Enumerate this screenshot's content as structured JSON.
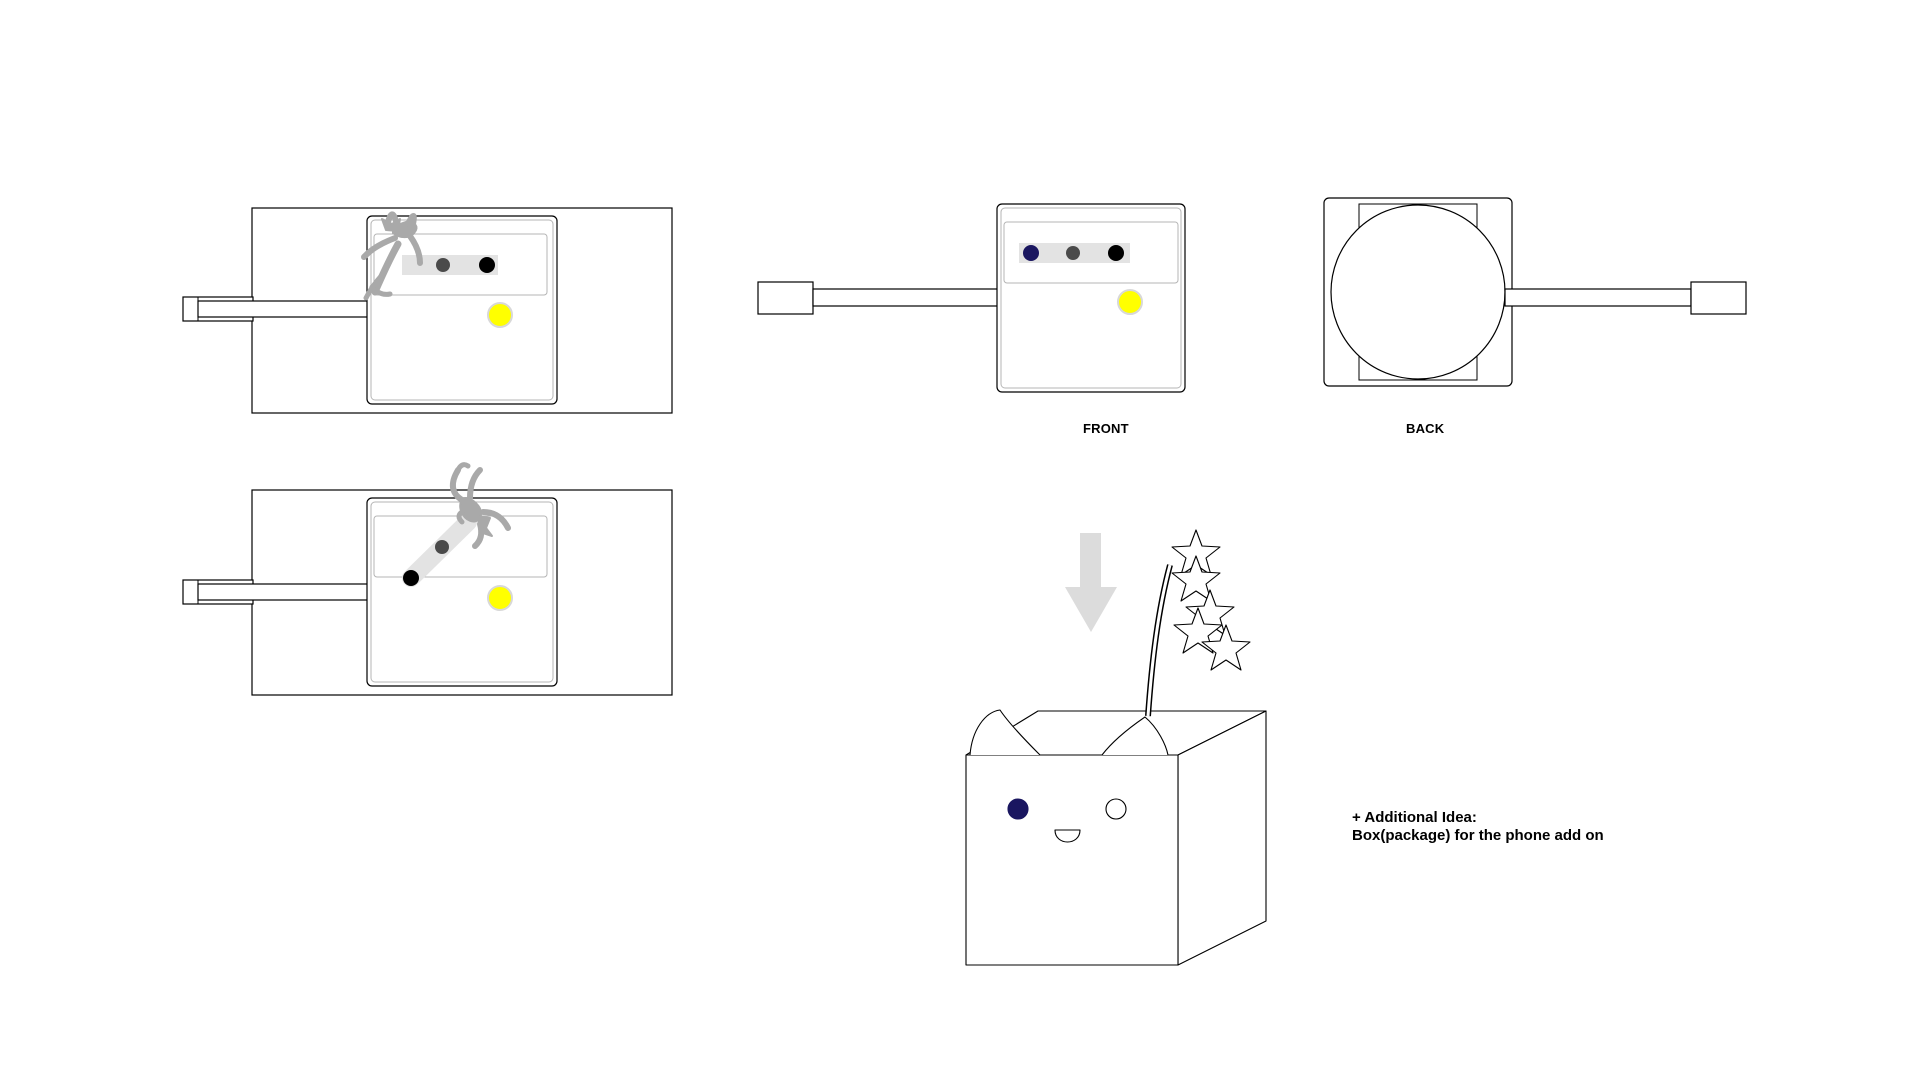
{
  "labels": {
    "front": "FRONT",
    "back": "BACK"
  },
  "note": {
    "line1": "+  Additional Idea:",
    "line2": "Box(package) for the phone add on"
  },
  "colors": {
    "stroke": "#000000",
    "inner_border": "#b5b5b5",
    "track": "#e3e3e3",
    "cat": "#a9a9a9",
    "arrow": "#dcdcdc",
    "button_yellow": "#ffff00",
    "dot_navy": "#1a1660",
    "dot_grey": "#4a4a4a",
    "dot_black": "#000000"
  },
  "icons": {
    "cat_silhouette": "cat-icon",
    "down_arrow": "down-arrow-icon",
    "star": "star-icon"
  }
}
